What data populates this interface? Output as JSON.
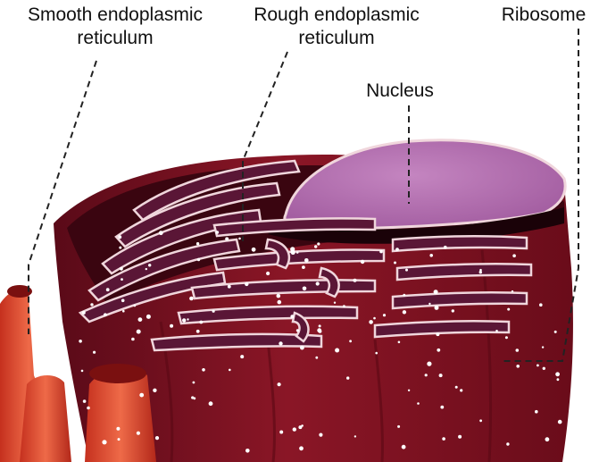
{
  "labels": {
    "smooth_er": [
      "Smooth endoplasmic",
      "reticulum"
    ],
    "rough_er": [
      "Rough endoplasmic",
      "reticulum"
    ],
    "nucleus": "Nucleus",
    "ribosome": "Ribosome"
  },
  "colors": {
    "cell_body": "#7a0f1f",
    "cell_dark": "#3a0510",
    "membrane": "#f0d6dc",
    "nucleus": "#b96fb6",
    "cisternae": "#5a1636",
    "smooth_er": "#d8472f",
    "ribosome": "#ffffff"
  }
}
